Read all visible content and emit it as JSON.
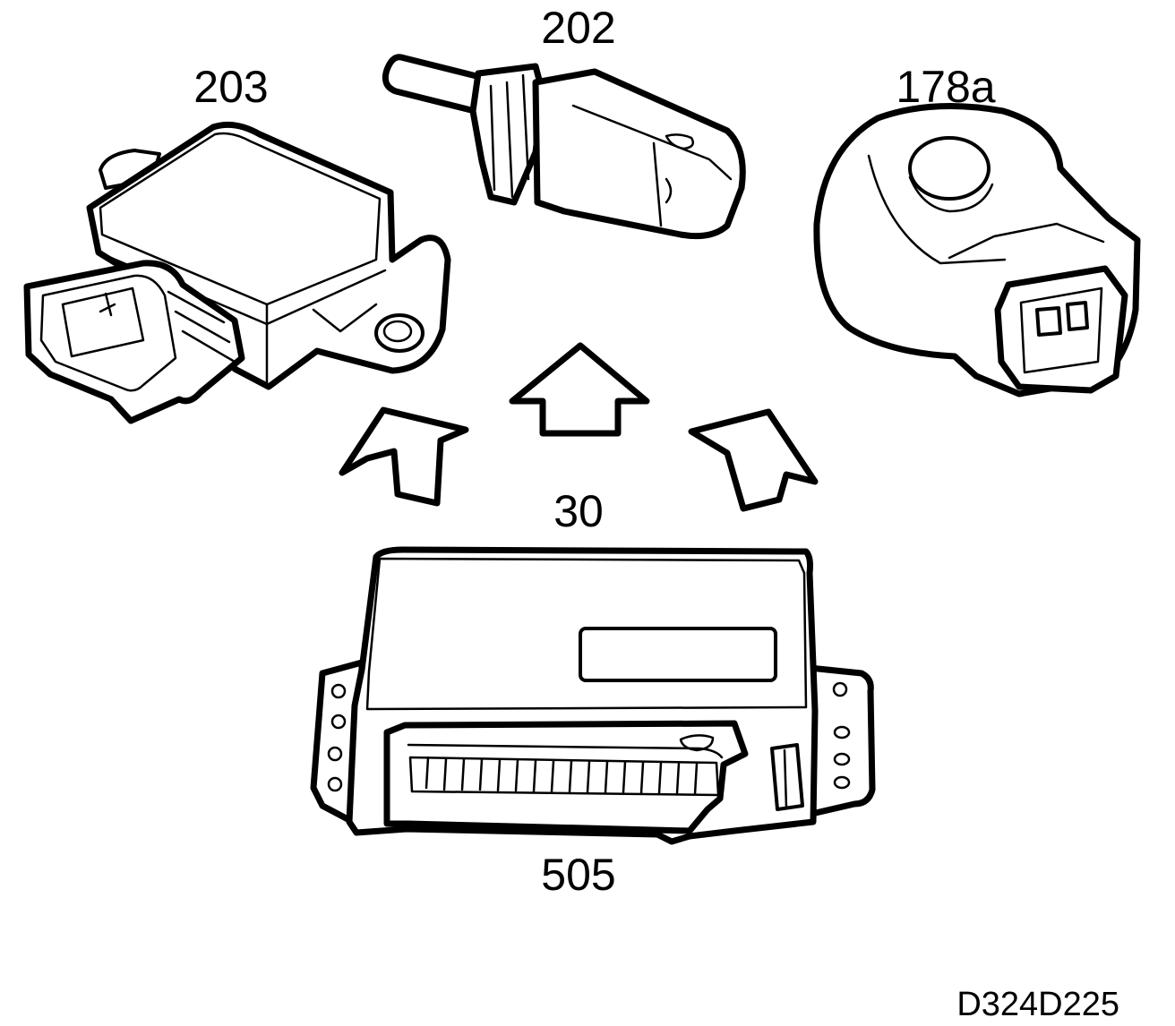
{
  "labels": {
    "throttle_sensor": "203",
    "temp_sensor": "202",
    "knock_sensor": "178a",
    "control_unit": "30",
    "connector": "505",
    "figure_code": "D324D225"
  }
}
